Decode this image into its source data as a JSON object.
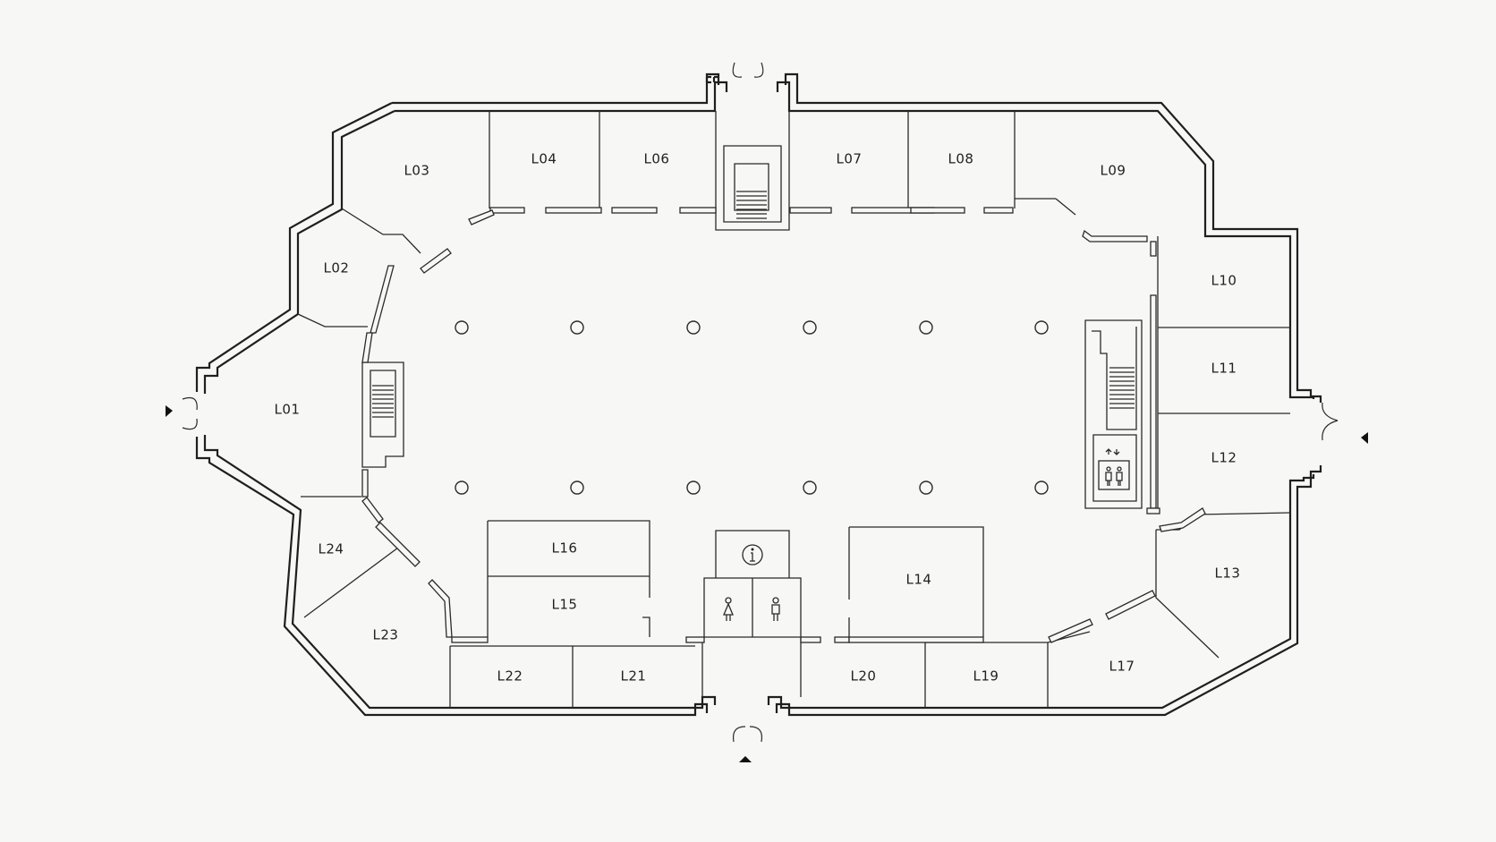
{
  "map": {
    "units": [
      {
        "id": "L01",
        "label": "L01"
      },
      {
        "id": "L02",
        "label": "L02"
      },
      {
        "id": "L03",
        "label": "L03"
      },
      {
        "id": "L04",
        "label": "L04"
      },
      {
        "id": "L06",
        "label": "L06"
      },
      {
        "id": "L07",
        "label": "L07"
      },
      {
        "id": "L08",
        "label": "L08"
      },
      {
        "id": "L09",
        "label": "L09"
      },
      {
        "id": "L10",
        "label": "L10"
      },
      {
        "id": "L11",
        "label": "L11"
      },
      {
        "id": "L12",
        "label": "L12"
      },
      {
        "id": "L13",
        "label": "L13"
      },
      {
        "id": "L14",
        "label": "L14"
      },
      {
        "id": "L15",
        "label": "L15"
      },
      {
        "id": "L16",
        "label": "L16"
      },
      {
        "id": "L17",
        "label": "L17"
      },
      {
        "id": "L19",
        "label": "L19"
      },
      {
        "id": "L20",
        "label": "L20"
      },
      {
        "id": "L21",
        "label": "L21"
      },
      {
        "id": "L22",
        "label": "L22"
      },
      {
        "id": "L23",
        "label": "L23"
      },
      {
        "id": "L24",
        "label": "L24"
      }
    ],
    "icons": {
      "info": "info-icon",
      "restroom_women": "female-restroom-icon",
      "restroom_men": "male-restroom-icon",
      "elevator": "elevator-icon",
      "stairs": "stairs-icon",
      "entrance": "entrance-arrow-icon"
    },
    "entrances": [
      "west",
      "east",
      "south",
      "north"
    ],
    "colors": {
      "background": "#f7f7f5",
      "line": "#1f1f1f"
    }
  }
}
